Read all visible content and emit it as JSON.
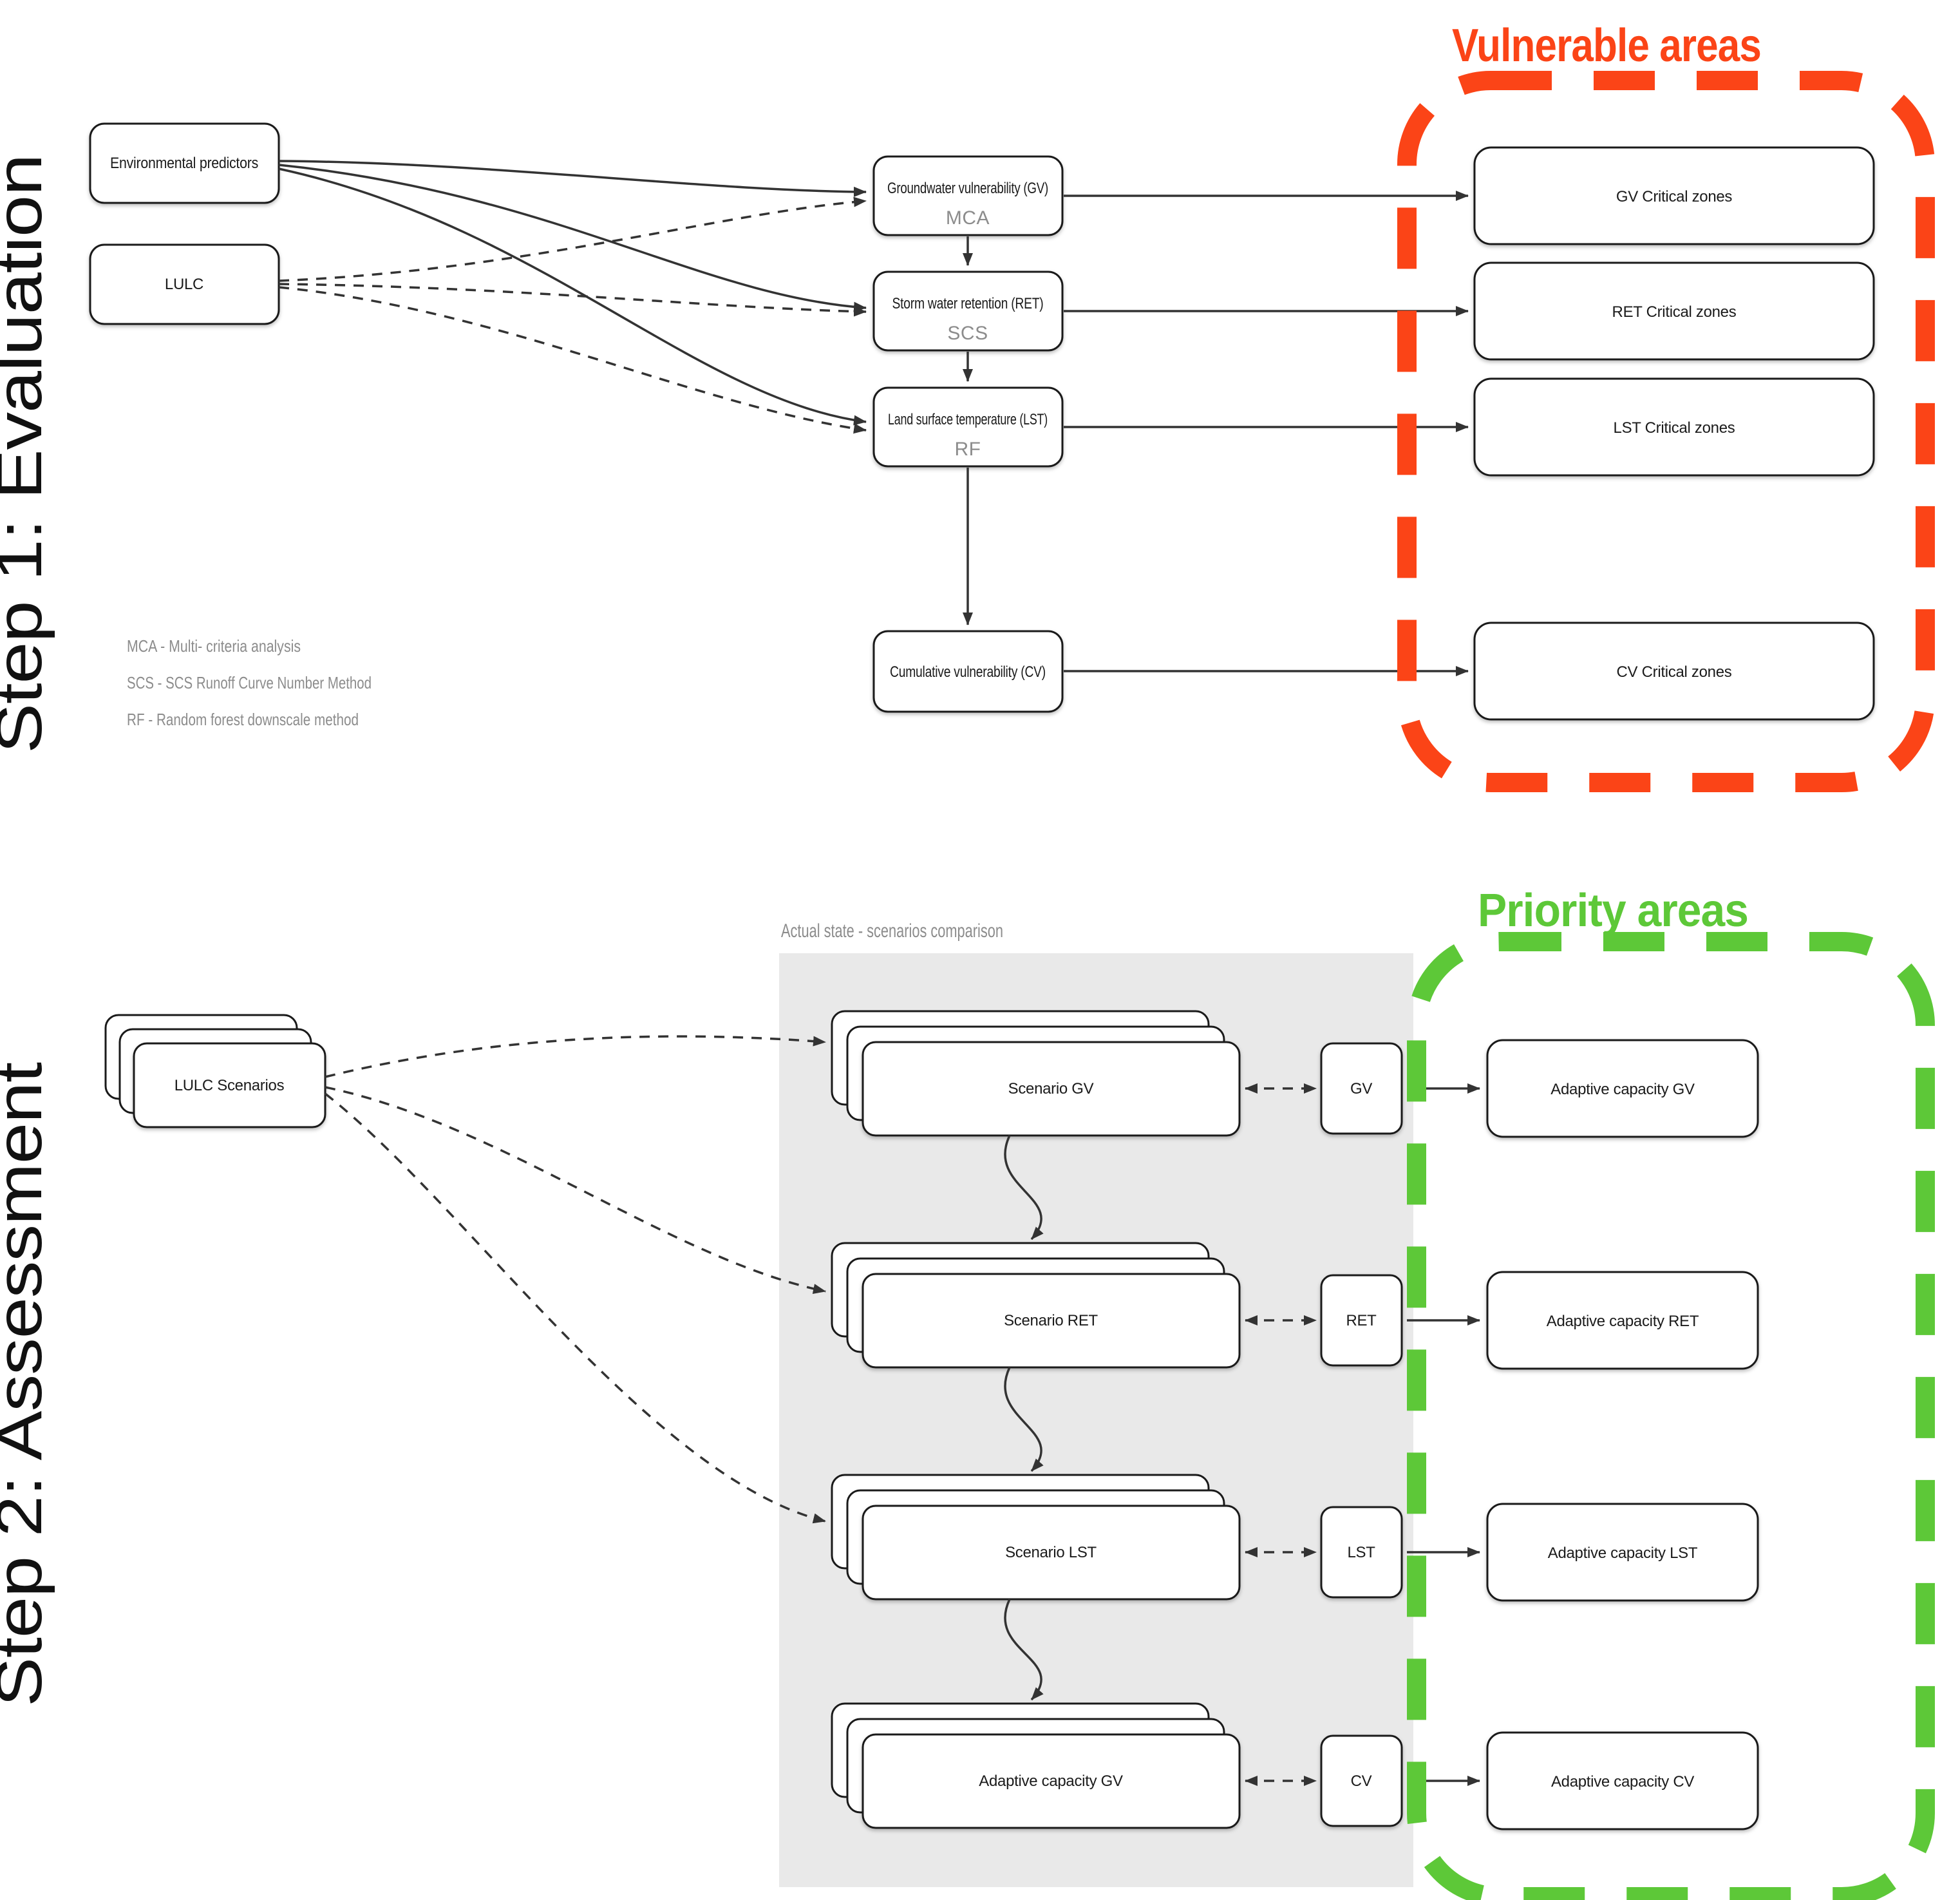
{
  "step1": {
    "label": "Step 1: Evaluation",
    "inputs": [
      {
        "label": "Environmental predictors"
      },
      {
        "label": "LULC"
      }
    ],
    "processes": [
      {
        "label": "Groundwater vulnerability (GV)",
        "method": "MCA"
      },
      {
        "label": "Storm water retention (RET)",
        "method": "SCS"
      },
      {
        "label": "Land surface temperature (LST)",
        "method": "RF"
      },
      {
        "label": "Cumulative vulnerability (CV)",
        "method": ""
      }
    ],
    "outputs": [
      {
        "label": "GV Critical zones"
      },
      {
        "label": "RET Critical zones"
      },
      {
        "label": "LST Critical zones"
      },
      {
        "label": "CV Critical zones"
      }
    ],
    "outputs_title": "Vulnerable areas",
    "legend": [
      "MCA - Multi- criteria analysis",
      "SCS - SCS Runoff Curve Number Method",
      "RF - Random forest downscale method"
    ]
  },
  "step2": {
    "label": "Step 2: Assessment",
    "input": {
      "label": "LULC Scenarios"
    },
    "comparison_title": "Actual state - scenarios comparison",
    "scenarios": [
      {
        "label": "Scenario GV"
      },
      {
        "label": "Scenario RET"
      },
      {
        "label": "Scenario LST"
      },
      {
        "label": "Adaptive capacity GV"
      }
    ],
    "actual_state": [
      {
        "label": "GV"
      },
      {
        "label": "RET"
      },
      {
        "label": "LST"
      },
      {
        "label": "CV"
      }
    ],
    "outputs": [
      {
        "label": "Adaptive capacity GV"
      },
      {
        "label": "Adaptive capacity RET"
      },
      {
        "label": "Adaptive capacity LST"
      },
      {
        "label": "Adaptive capacity CV"
      }
    ],
    "outputs_title": "Priority areas"
  },
  "colors": {
    "vulnerable": "#FB4417",
    "priority": "#5DC838",
    "panel": "#E9E9E9",
    "muted": "#8C8C8C"
  }
}
